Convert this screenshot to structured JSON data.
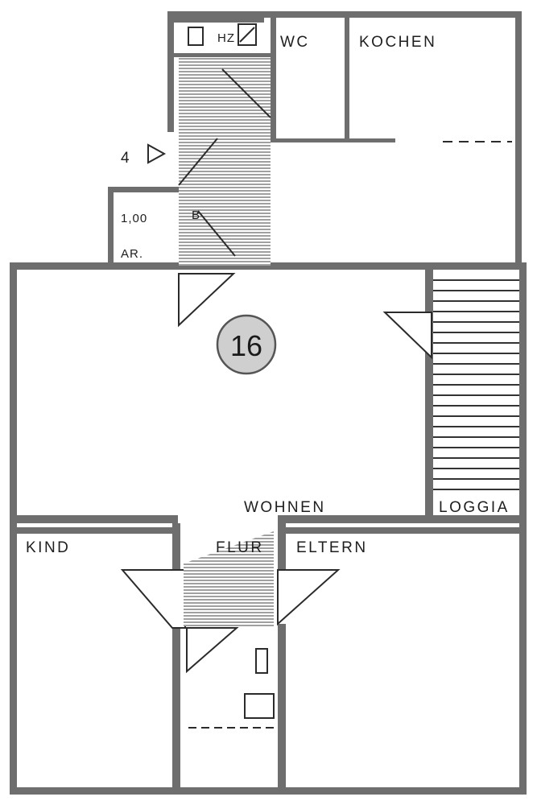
{
  "unit_number": "16",
  "rooms": {
    "wc": "WC",
    "kochen": "KOCHEN",
    "wohnen": "WOHNEN",
    "loggia": "LOGGIA",
    "kind": "KIND",
    "flur": "FLUR",
    "eltern": "ELTERN"
  },
  "ar_dimension": "1,00",
  "ar_label": "AR.",
  "stair_marker": "4",
  "small_labels": [
    "HZ",
    "B"
  ],
  "colors": {
    "wall": "#6e6e6e",
    "line": "#2b2b2b",
    "paper": "#ffffff"
  }
}
